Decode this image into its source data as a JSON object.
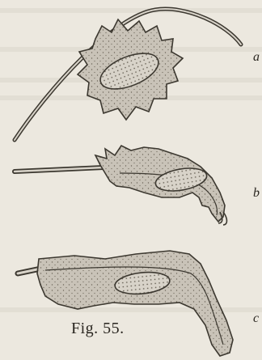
{
  "figure": {
    "caption": "Fig. 55.",
    "panels": [
      {
        "label": "a"
      },
      {
        "label": "b"
      },
      {
        "label": "c"
      }
    ]
  },
  "colors": {
    "paper": "#ece8df",
    "cell_fill": "#c9c3b8",
    "ink": "#3c3830"
  }
}
